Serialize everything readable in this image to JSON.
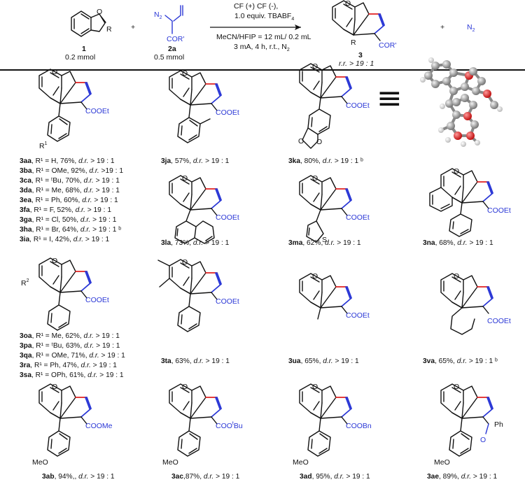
{
  "scheme": {
    "reagent1": {
      "number": "1",
      "amount": "0.2 mmol",
      "substituent": "R"
    },
    "plus": "+",
    "reagent2": {
      "number": "2a",
      "amount": "0.5 mmol",
      "n2_label": "N",
      "n2_sub": "2",
      "group": "COR",
      "prime": "'"
    },
    "conditions": {
      "line1": "CF (+) CF (-),",
      "line2a": "1.0 equiv. TBABF",
      "line2sub": "4",
      "line3": "MeCN/HFIP = 12 mL/ 0.2 mL",
      "line4a": "3 mA, 4 h, r.t., N",
      "line4sub": "2"
    },
    "product": {
      "number": "3",
      "rr": "r.r. > 19 : 1",
      "r_label": "R",
      "group": "COR",
      "prime": "'"
    },
    "byproduct": {
      "label": "N",
      "sub": "2"
    }
  },
  "atoms": {
    "O": "O",
    "S": "S",
    "COOEt": "COOEt",
    "COOMe": "COOMe",
    "COOBn": "COOBn",
    "COOtBu_a": "COO",
    "COOtBu_t": "t",
    "COOtBu_b": "Bu",
    "Ph": "Ph",
    "MeO": "MeO",
    "R1": "R",
    "R1sup": "1",
    "R2": "R",
    "R2sup": "2",
    "eq": "≡"
  },
  "compounds": {
    "group1": [
      {
        "id": "3aa",
        "text": ", R¹ = H, 76%, ",
        "dr": "d.r.",
        "tail": " > 19 : 1"
      },
      {
        "id": "3ba",
        "text": ", R¹ = OMe, 92%, ",
        "dr": "d.r.",
        "tail": " >19 : 1"
      },
      {
        "id": "3ca",
        "text": ", R¹ = ᵗBu, 70%, ",
        "dr": "d.r.",
        "tail": " > 19 : 1"
      },
      {
        "id": "3da",
        "text": ", R¹ = Me, 68%, ",
        "dr": "d.r.",
        "tail": " > 19 : 1"
      },
      {
        "id": "3ea",
        "text": ", R¹ = Ph, 60%, ",
        "dr": "d.r.",
        "tail": " > 19 : 1"
      },
      {
        "id": "3fa",
        "text": ", R¹ = F, 52%, ",
        "dr": "d.r.",
        "tail": " > 19 : 1"
      },
      {
        "id": "3ga",
        "text": ", R¹ = Cl, 50%, ",
        "dr": "d.r.",
        "tail": " > 19 : 1"
      },
      {
        "id": "3ha",
        "text": ", R¹ = Br, 64%, ",
        "dr": "d.r.",
        "tail": " > 19 : 1 ᵇ"
      },
      {
        "id": "3ia",
        "text": ", R¹ = I, 42%, ",
        "dr": "d.r.",
        "tail": " > 19 : 1"
      }
    ],
    "group2": [
      {
        "id": "3oa",
        "text": ", R¹ = Me, 62%, ",
        "dr": "d.r.",
        "tail": " > 19 : 1"
      },
      {
        "id": "3pa",
        "text": ", R¹ = ᵗBu, 63%, ",
        "dr": "d.r.",
        "tail": " > 19 : 1"
      },
      {
        "id": "3qa",
        "text": ", R¹ = OMe, 71%, ",
        "dr": "d.r.",
        "tail": " > 19 : 1"
      },
      {
        "id": "3ra",
        "text": ", R¹ = Ph, 47%, ",
        "dr": "d.r.",
        "tail": " > 19 : 1"
      },
      {
        "id": "3sa",
        "text": ", R¹ = OPh, 61%, ",
        "dr": "d.r.",
        "tail": " > 19 : 1"
      }
    ],
    "singles": [
      {
        "id": "3ja",
        "text": ", 57%, ",
        "dr": "d.r.",
        "tail": " > 19 : 1"
      },
      {
        "id": "3ka",
        "text": ", 80%, ",
        "dr": "d.r.",
        "tail": " > 19 : 1 ᵇ"
      },
      {
        "id": "3la",
        "text": ", 73%, ",
        "dr": "d.r.",
        "tail": " > 19 : 1"
      },
      {
        "id": "3ma",
        "text": ", 62%, ",
        "dr": "d.r.",
        "tail": " > 19 : 1"
      },
      {
        "id": "3na",
        "text": ", 68%, ",
        "dr": "d.r.",
        "tail": " > 19 : 1"
      },
      {
        "id": "3ta",
        "text": ", 63%, ",
        "dr": "d.r.",
        "tail": " > 19 : 1"
      },
      {
        "id": "3ua",
        "text": ", 65%, ",
        "dr": "d.r.",
        "tail": " > 19 : 1"
      },
      {
        "id": "3va",
        "text": ", 65%, ",
        "dr": "d.r.",
        "tail": " > 19 : 1 ᵇ"
      },
      {
        "id": "3ab",
        "text": ", 94%,, ",
        "dr": "d.r.",
        "tail": " > 19 : 1"
      },
      {
        "id": "3ac",
        "text": ",87%, ",
        "dr": "d.r.",
        "tail": " > 19 : 1"
      },
      {
        "id": "3ad",
        "text": ", 95%, ",
        "dr": "d.r.",
        "tail": " > 19 : 1"
      },
      {
        "id": "3ae",
        "text": ", 89%, ",
        "dr": "d.r.",
        "tail": " > 19 : 1"
      }
    ]
  },
  "colors": {
    "new_bond_red": "#e02020",
    "ring_blue": "#2a37d6",
    "text": "#111111"
  }
}
